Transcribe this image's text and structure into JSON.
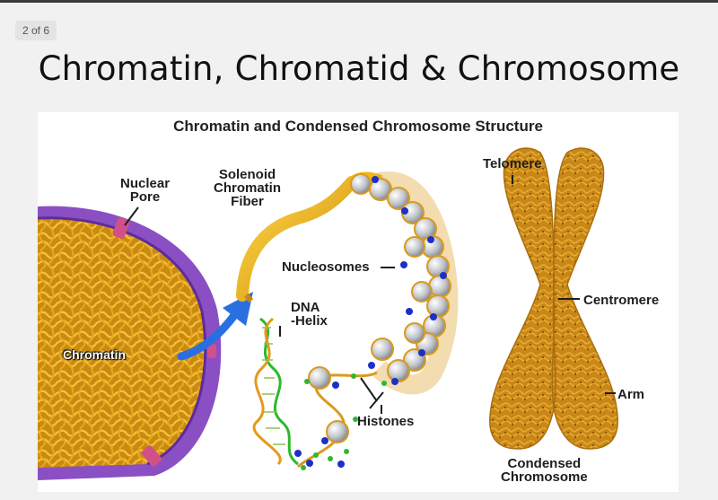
{
  "page_indicator": "2 of 6",
  "slide_title": "Chromatin, Chromatid & Chromosome",
  "figure": {
    "title": "Chromatin and Condensed Chromosome Structure",
    "labels": {
      "nuclear_pore": [
        "Nuclear",
        "Pore"
      ],
      "solenoid": [
        "Solenoid",
        "Chromatin",
        "Fiber"
      ],
      "nucleosomes": "Nucleosomes",
      "dna_helix": [
        "DNA",
        "Helix"
      ],
      "chromatin": "Chromatin",
      "histones": "Histones",
      "telomere": "Telomere",
      "centromere": "Centromere",
      "arm": "Arm",
      "condensed_chromosome": [
        "Condensed",
        "Chromosome"
      ]
    }
  },
  "colors": {
    "nucleus_membrane": "#8b4fc4",
    "chromatin_fiber": "#d99a1c",
    "solenoid": "#f2b713",
    "nucleosome": "#c9ccd1",
    "histone_blue": "#1e2fc8",
    "dna_green": "#2eb82e",
    "arrow_blue": "#2a6fe0",
    "pore_pink": "#d0508a"
  }
}
